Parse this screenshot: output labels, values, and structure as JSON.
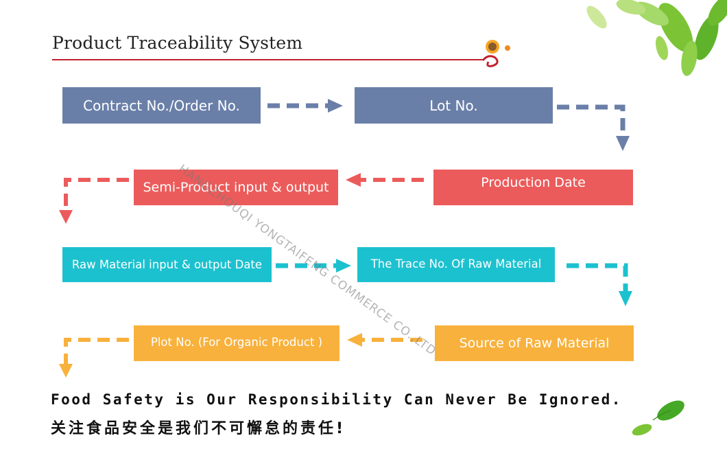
{
  "header": {
    "title": "Product Traceability System"
  },
  "flow": {
    "row1": {
      "contract": "Contract No./Order No.",
      "lot": "Lot No."
    },
    "row2": {
      "semi_product": "Semi-Product input & output",
      "production_date": "Production Date"
    },
    "row3": {
      "raw_material_date": "Raw Material input & output Date",
      "trace_no": "The Trace No. Of Raw Material"
    },
    "row4": {
      "plot_no": "Plot No. (For Organic Product )",
      "source": "Source of Raw Material"
    }
  },
  "colors": {
    "blue": "#6a7fa8",
    "red": "#ec5b5b",
    "cyan": "#1cc1cf",
    "orange": "#f8b13c"
  },
  "slogan": {
    "english": "Food Safety is Our Responsibility Can Never Be Ignored.",
    "chinese": "关注食品安全是我们不可懈怠的责任!"
  },
  "watermark": "HANGZHOUQI YONGTAIFENG COMMERCE CO.,LTD",
  "decorations": [
    "leaf-cluster-icon",
    "mascot-icon",
    "leaf-pair-icon"
  ]
}
